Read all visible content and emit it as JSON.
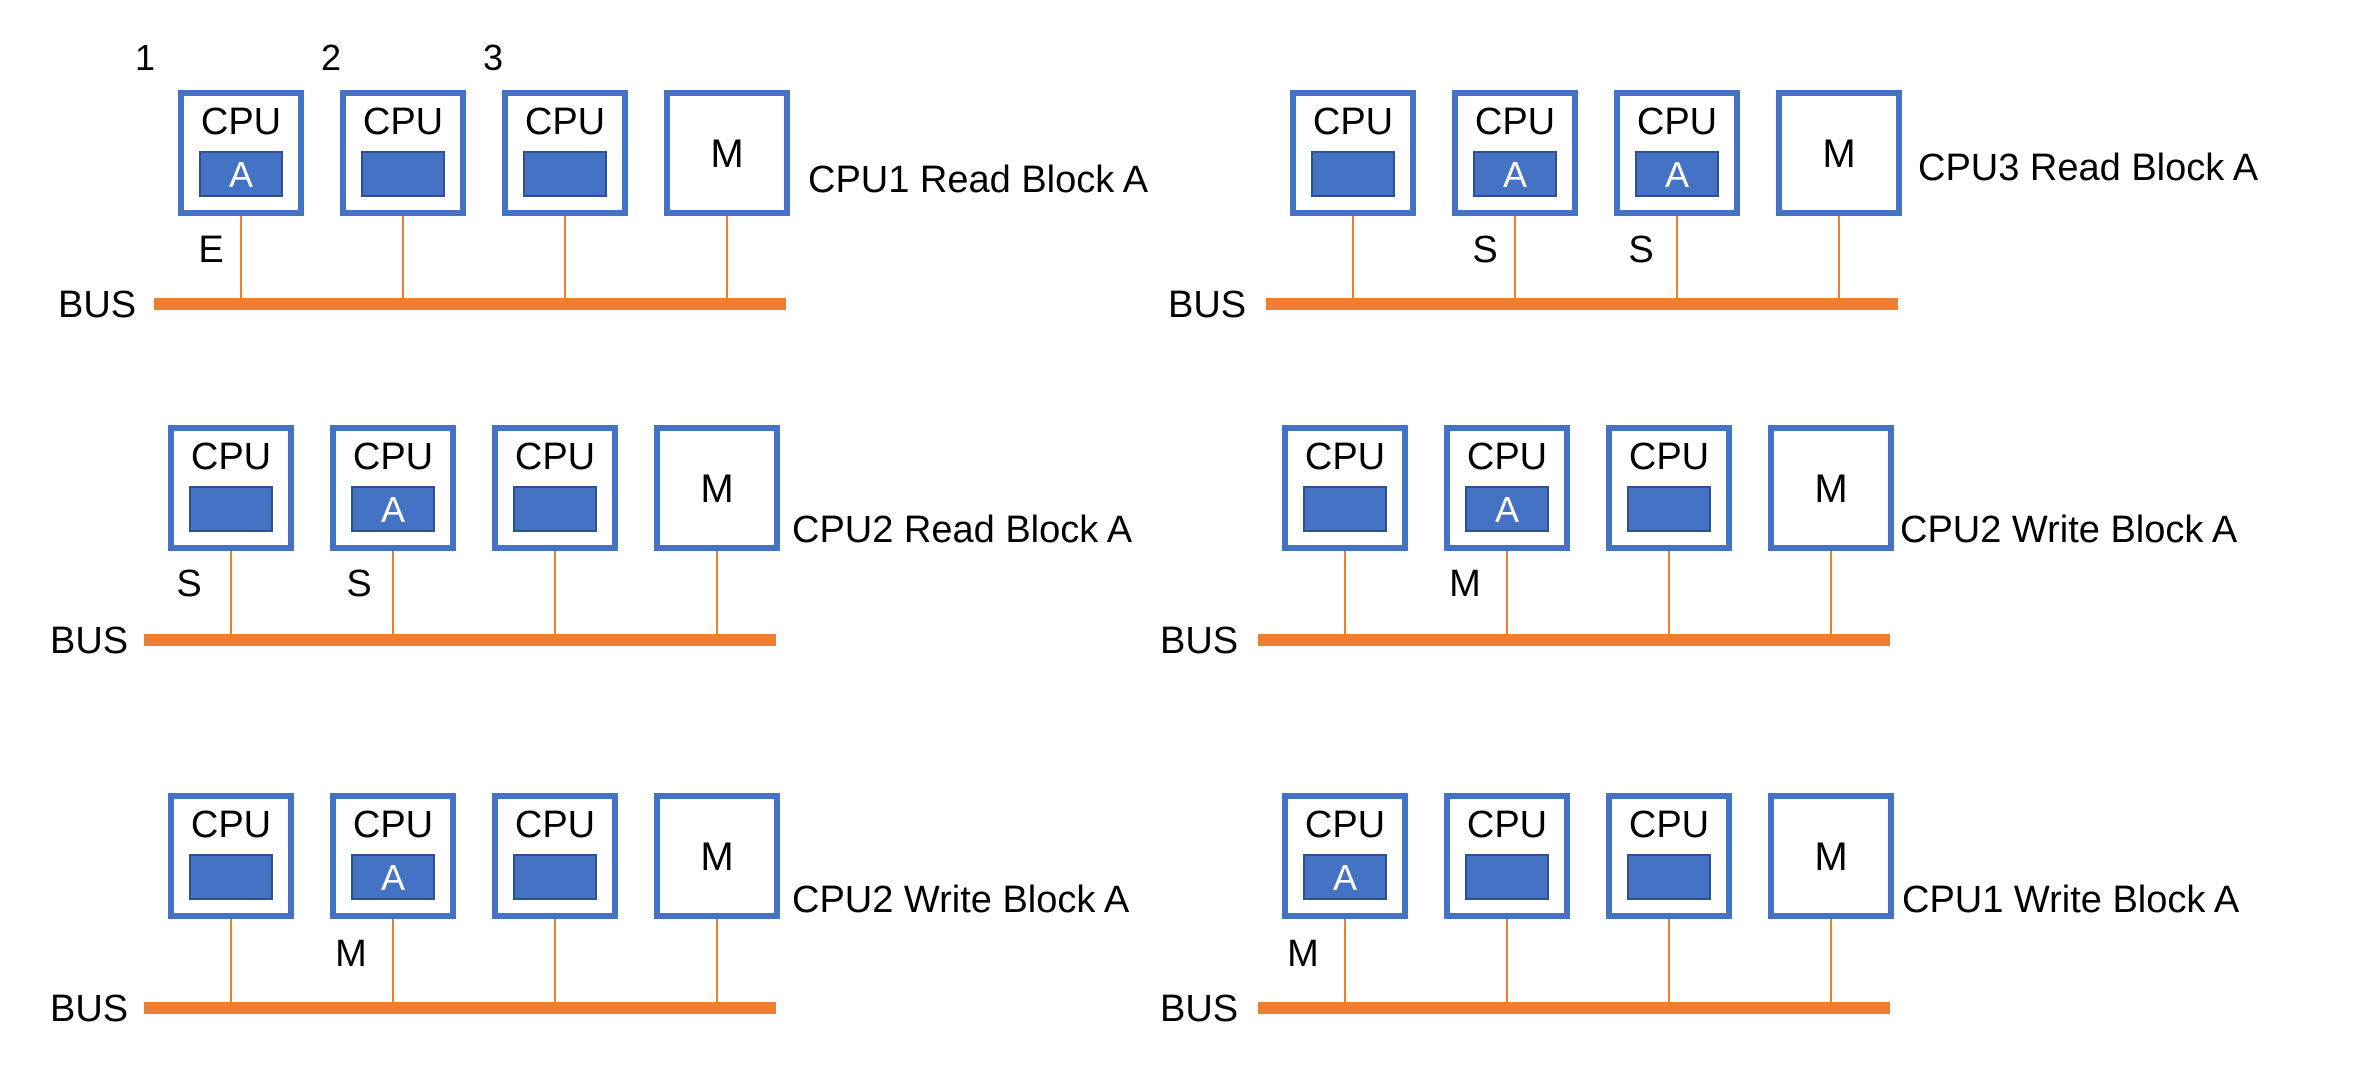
{
  "colors": {
    "box_border": "#4472C4",
    "cache_fill": "#4472C4",
    "cache_text": "#ffffff",
    "bus": "#ED7D31",
    "wire": "#ED7D31",
    "text": "#000000",
    "background": "#ffffff"
  },
  "cpu_numbers": [
    "1",
    "2",
    "3"
  ],
  "panels": [
    {
      "caption": "CPU1 Read Block A",
      "bus_label": "BUS",
      "units": [
        {
          "type": "cpu",
          "label": "CPU",
          "cache": "A",
          "state": "E"
        },
        {
          "type": "cpu",
          "label": "CPU",
          "cache": "",
          "state": ""
        },
        {
          "type": "cpu",
          "label": "CPU",
          "cache": "",
          "state": ""
        },
        {
          "type": "mem",
          "label": "M"
        }
      ]
    },
    {
      "caption": "CPU3 Read Block A",
      "bus_label": "BUS",
      "units": [
        {
          "type": "cpu",
          "label": "CPU",
          "cache": "",
          "state": ""
        },
        {
          "type": "cpu",
          "label": "CPU",
          "cache": "A",
          "state": "S"
        },
        {
          "type": "cpu",
          "label": "CPU",
          "cache": "A",
          "state": "S"
        },
        {
          "type": "mem",
          "label": "M"
        }
      ]
    },
    {
      "caption": "CPU2 Read Block A",
      "bus_label": "BUS",
      "units": [
        {
          "type": "cpu",
          "label": "CPU",
          "cache": "",
          "state": "S"
        },
        {
          "type": "cpu",
          "label": "CPU",
          "cache": "A",
          "state": "S"
        },
        {
          "type": "cpu",
          "label": "CPU",
          "cache": "",
          "state": ""
        },
        {
          "type": "mem",
          "label": "M"
        }
      ]
    },
    {
      "caption": "CPU2 Write Block A",
      "bus_label": "BUS",
      "units": [
        {
          "type": "cpu",
          "label": "CPU",
          "cache": "",
          "state": ""
        },
        {
          "type": "cpu",
          "label": "CPU",
          "cache": "A",
          "state": "M"
        },
        {
          "type": "cpu",
          "label": "CPU",
          "cache": "",
          "state": ""
        },
        {
          "type": "mem",
          "label": "M"
        }
      ]
    },
    {
      "caption": "CPU2 Write Block A",
      "bus_label": "BUS",
      "units": [
        {
          "type": "cpu",
          "label": "CPU",
          "cache": "",
          "state": ""
        },
        {
          "type": "cpu",
          "label": "CPU",
          "cache": "A",
          "state": "M"
        },
        {
          "type": "cpu",
          "label": "CPU",
          "cache": "",
          "state": ""
        },
        {
          "type": "mem",
          "label": "M"
        }
      ]
    },
    {
      "caption": "CPU1 Write Block A",
      "bus_label": "BUS",
      "units": [
        {
          "type": "cpu",
          "label": "CPU",
          "cache": "A",
          "state": "M"
        },
        {
          "type": "cpu",
          "label": "CPU",
          "cache": "",
          "state": ""
        },
        {
          "type": "cpu",
          "label": "CPU",
          "cache": "",
          "state": ""
        },
        {
          "type": "mem",
          "label": "M"
        }
      ]
    }
  ]
}
